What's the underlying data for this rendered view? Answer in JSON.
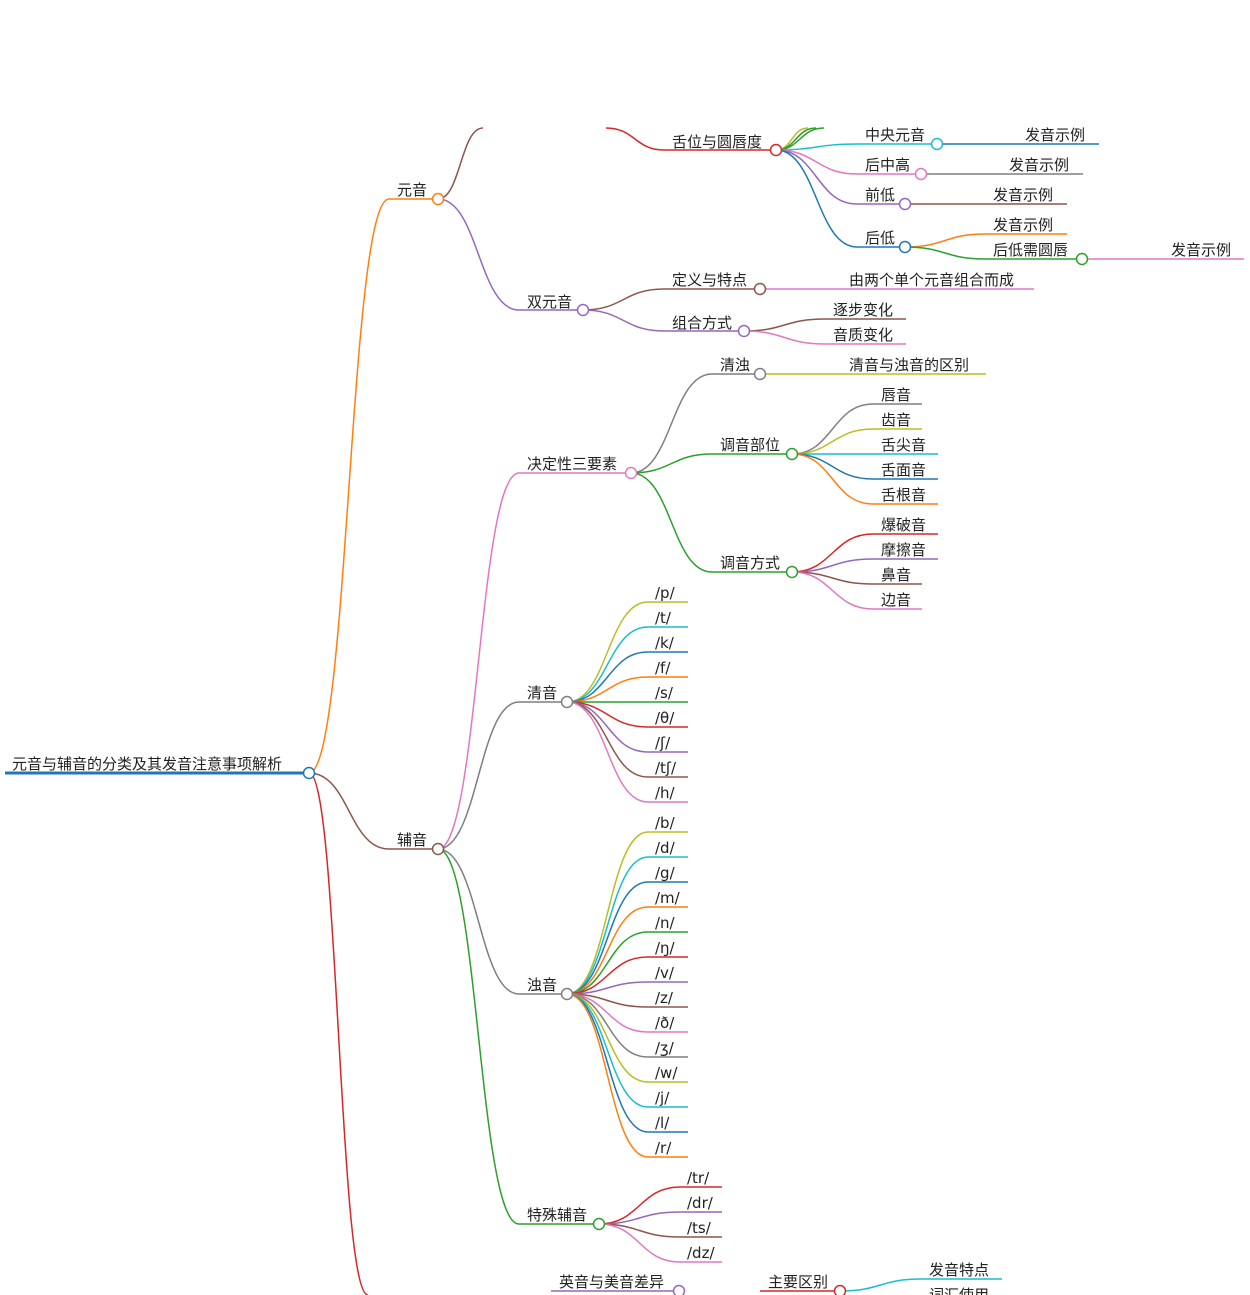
{
  "root": {
    "label": "元音与辅音的分类及其发音注意事项解析",
    "color": "#1f77b4"
  },
  "nodes": {
    "vowel": "元音",
    "consonant": "辅音",
    "diphthong": "双元音",
    "tongue_lip": "舌位与圆唇度",
    "central": "中央元音",
    "back_mid_high": "后中高",
    "front_low": "前低",
    "back_low": "后低",
    "back_low_round": "后低需圆唇",
    "example": "发音示例",
    "def_feature": "定义与特点",
    "def_text": "由两个单个元音组合而成",
    "combine": "组合方式",
    "gradual": "逐步变化",
    "quality": "音质变化",
    "three_factors": "决定性三要素",
    "voicing": "清浊",
    "voicing_diff": "清音与浊音的区别",
    "place": "调音部位",
    "manner": "调音方式",
    "voiceless": "清音",
    "voiced": "浊音",
    "special": "特殊辅音",
    "uk_us": "英音与美音差异",
    "main_diff": "主要区别",
    "pron_feature": "发音特点",
    "vocab_use": "词汇使用"
  },
  "places": [
    "唇音",
    "齿音",
    "舌尖音",
    "舌面音",
    "舌根音"
  ],
  "manners": [
    "爆破音",
    "摩擦音",
    "鼻音",
    "边音"
  ],
  "voiceless_list": [
    "/p/",
    "/t/",
    "/k/",
    "/f/",
    "/s/",
    "/θ/",
    "/ʃ/",
    "/tʃ/",
    "/h/"
  ],
  "voiced_list": [
    "/b/",
    "/d/",
    "/g/",
    "/m/",
    "/n/",
    "/ŋ/",
    "/v/",
    "/z/",
    "/ð/",
    "/ʒ/",
    "/w/",
    "/j/",
    "/l/",
    "/r/"
  ],
  "special_list": [
    "/tr/",
    "/dr/",
    "/ts/",
    "/dz/"
  ],
  "colors": {
    "blue": "#1f77b4",
    "orange": "#ff7f0e",
    "green": "#2ca02c",
    "red": "#d62728",
    "purple": "#9467bd",
    "brown": "#8c564b",
    "pink": "#e377c2",
    "gray": "#7f7f7f",
    "olive": "#bcbd22",
    "cyan": "#17becf"
  }
}
